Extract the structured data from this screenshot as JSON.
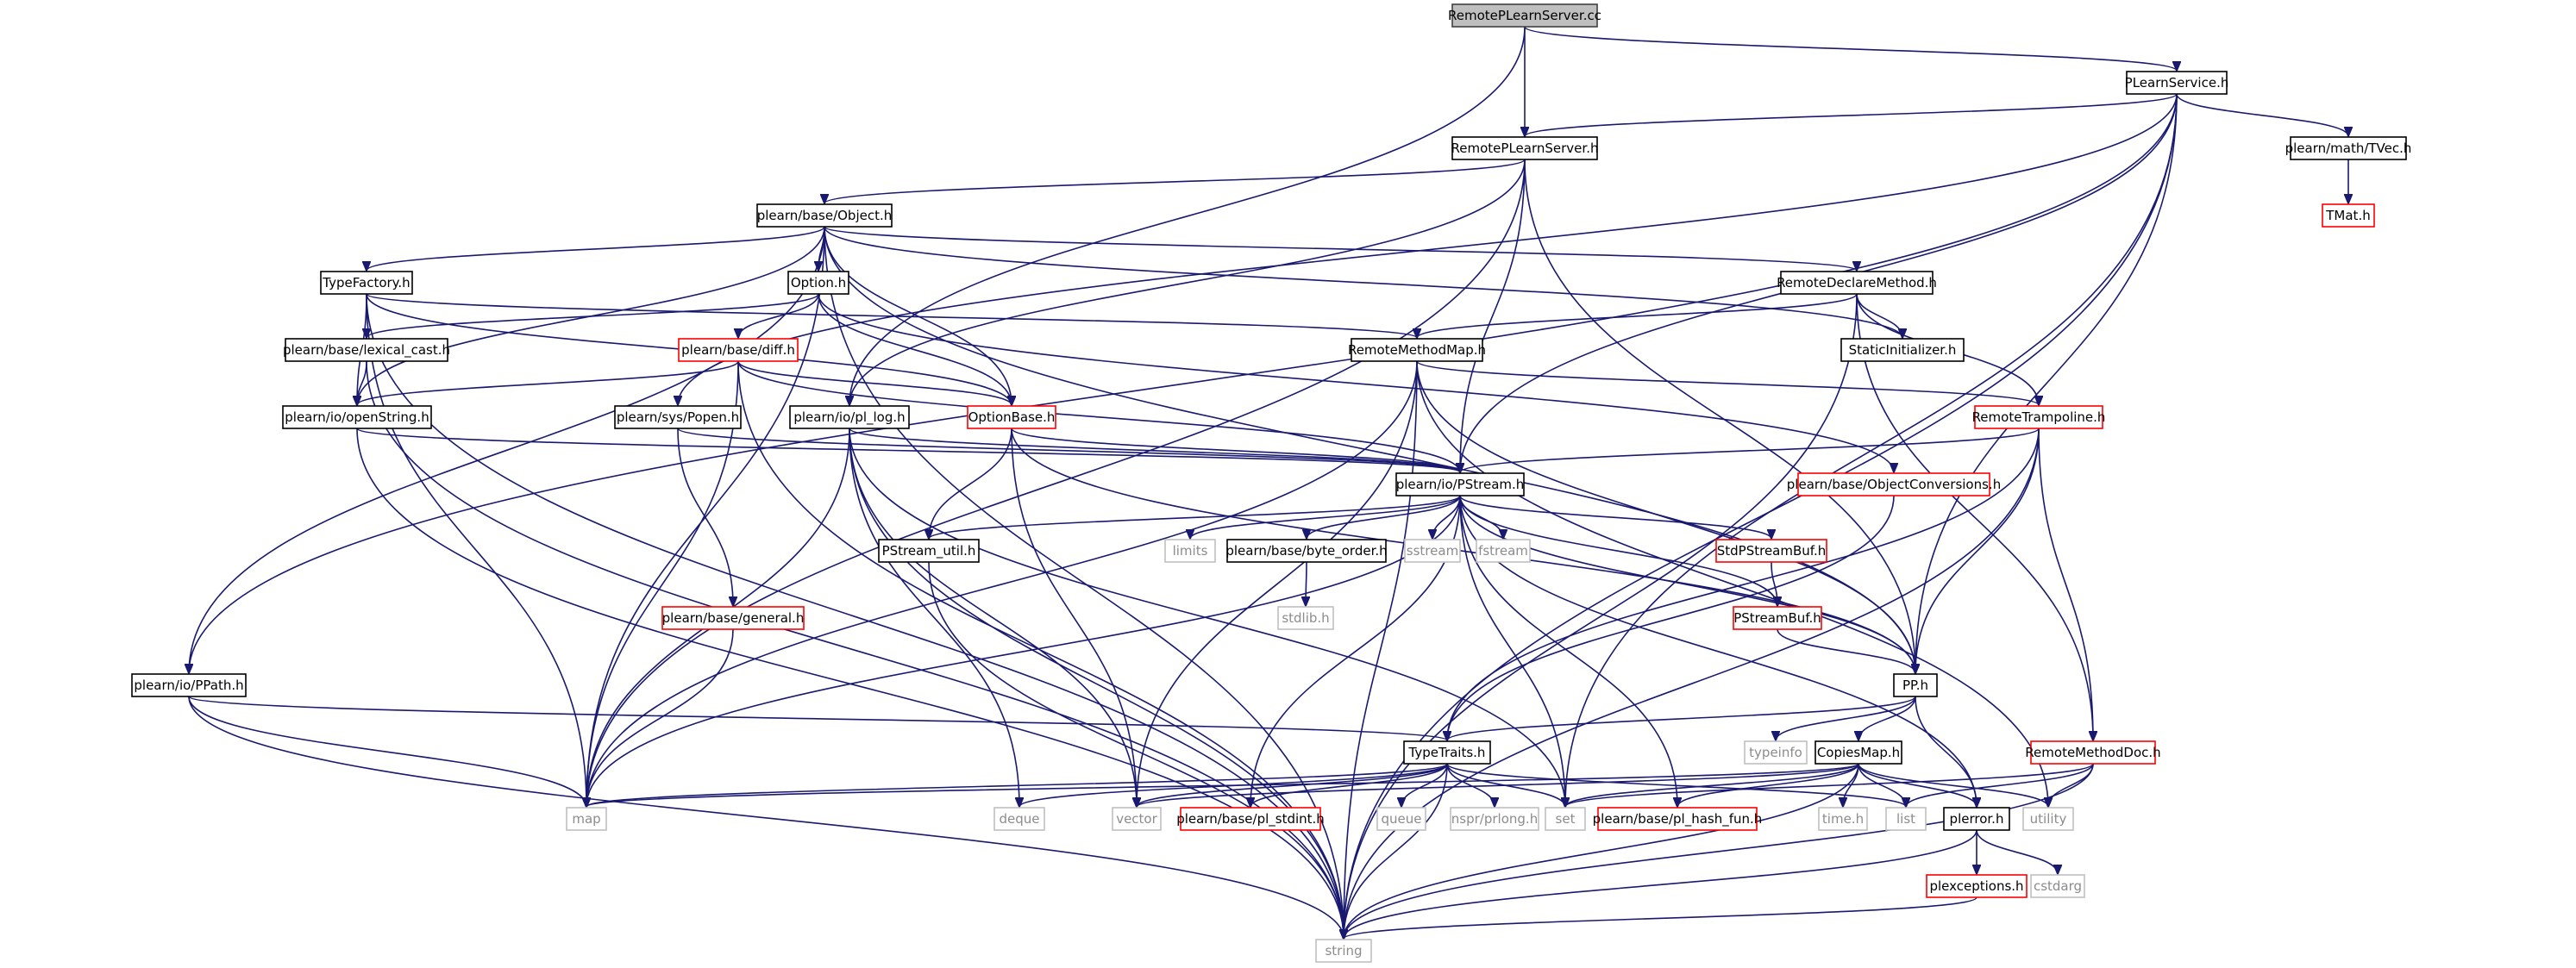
{
  "diagram": {
    "nodes": [
      {
        "id": "root",
        "label": "RemotePLearnServer.cc",
        "style": "root"
      },
      {
        "id": "plearnservice",
        "label": "PLearnService.h",
        "style": "black"
      },
      {
        "id": "rps",
        "label": "RemotePLearnServer.h",
        "style": "black"
      },
      {
        "id": "tvec",
        "label": "plearn/math/TVec.h",
        "style": "black"
      },
      {
        "id": "tmat",
        "label": "TMat.h",
        "style": "red"
      },
      {
        "id": "object",
        "label": "plearn/base/Object.h",
        "style": "black"
      },
      {
        "id": "typefactory",
        "label": "TypeFactory.h",
        "style": "black"
      },
      {
        "id": "option",
        "label": "Option.h",
        "style": "black"
      },
      {
        "id": "rdm",
        "label": "RemoteDeclareMethod.h",
        "style": "black"
      },
      {
        "id": "staticinit",
        "label": "StaticInitializer.h",
        "style": "black"
      },
      {
        "id": "lexical",
        "label": "plearn/base/lexical_cast.h",
        "style": "black"
      },
      {
        "id": "diff",
        "label": "plearn/base/diff.h",
        "style": "red"
      },
      {
        "id": "rmm",
        "label": "RemoteMethodMap.h",
        "style": "black"
      },
      {
        "id": "openstring",
        "label": "plearn/io/openString.h",
        "style": "black"
      },
      {
        "id": "popen",
        "label": "plearn/sys/Popen.h",
        "style": "black"
      },
      {
        "id": "pllog",
        "label": "plearn/io/pl_log.h",
        "style": "black"
      },
      {
        "id": "optionbase",
        "label": "OptionBase.h",
        "style": "red"
      },
      {
        "id": "rtramp",
        "label": "RemoteTrampoline.h",
        "style": "red"
      },
      {
        "id": "pstream",
        "label": "plearn/io/PStream.h",
        "style": "black"
      },
      {
        "id": "objconv",
        "label": "plearn/base/ObjectConversions.h",
        "style": "red"
      },
      {
        "id": "pstreamutil",
        "label": "PStream_util.h",
        "style": "black"
      },
      {
        "id": "limits",
        "label": "limits",
        "style": "gray"
      },
      {
        "id": "byteorder",
        "label": "plearn/base/byte_order.h",
        "style": "black"
      },
      {
        "id": "sstream",
        "label": "sstream",
        "style": "gray"
      },
      {
        "id": "fstream",
        "label": "fstream",
        "style": "gray"
      },
      {
        "id": "stdpsb",
        "label": "StdPStreamBuf.h",
        "style": "red"
      },
      {
        "id": "stdlib",
        "label": "stdlib.h",
        "style": "gray"
      },
      {
        "id": "general",
        "label": "plearn/base/general.h",
        "style": "red"
      },
      {
        "id": "psb",
        "label": "PStreamBuf.h",
        "style": "red"
      },
      {
        "id": "ppath",
        "label": "plearn/io/PPath.h",
        "style": "black"
      },
      {
        "id": "pp",
        "label": "PP.h",
        "style": "black"
      },
      {
        "id": "typeinfo",
        "label": "typeinfo",
        "style": "gray"
      },
      {
        "id": "typetraits",
        "label": "TypeTraits.h",
        "style": "black"
      },
      {
        "id": "copiesmap",
        "label": "CopiesMap.h",
        "style": "black"
      },
      {
        "id": "rmdoc",
        "label": "RemoteMethodDoc.h",
        "style": "red"
      },
      {
        "id": "map",
        "label": "map",
        "style": "gray"
      },
      {
        "id": "deque",
        "label": "deque",
        "style": "gray"
      },
      {
        "id": "vector",
        "label": "vector",
        "style": "gray"
      },
      {
        "id": "plstdint",
        "label": "plearn/base/pl_stdint.h",
        "style": "red"
      },
      {
        "id": "queue",
        "label": "queue",
        "style": "gray"
      },
      {
        "id": "nsprlong",
        "label": "nspr/prlong.h",
        "style": "gray"
      },
      {
        "id": "set",
        "label": "set",
        "style": "gray"
      },
      {
        "id": "hashfun",
        "label": "plearn/base/pl_hash_fun.h",
        "style": "red"
      },
      {
        "id": "timeh",
        "label": "time.h",
        "style": "gray"
      },
      {
        "id": "list",
        "label": "list",
        "style": "gray"
      },
      {
        "id": "plerror",
        "label": "plerror.h",
        "style": "black"
      },
      {
        "id": "utility",
        "label": "utility",
        "style": "gray"
      },
      {
        "id": "plexceptions",
        "label": "plexceptions.h",
        "style": "red"
      },
      {
        "id": "cstdarg",
        "label": "cstdarg",
        "style": "gray"
      },
      {
        "id": "string",
        "label": "string",
        "style": "gray"
      }
    ],
    "edges": [
      [
        "root",
        "plearnservice"
      ],
      [
        "root",
        "rps"
      ],
      [
        "root",
        "pllog"
      ],
      [
        "plearnservice",
        "rps"
      ],
      [
        "plearnservice",
        "tvec"
      ],
      [
        "plearnservice",
        "ppath"
      ],
      [
        "plearnservice",
        "pstream"
      ],
      [
        "plearnservice",
        "pp"
      ],
      [
        "plearnservice",
        "string"
      ],
      [
        "plearnservice",
        "popen"
      ],
      [
        "plearnservice",
        "set"
      ],
      [
        "tvec",
        "tmat"
      ],
      [
        "rps",
        "object"
      ],
      [
        "rps",
        "pllog"
      ],
      [
        "rps",
        "pstream"
      ],
      [
        "rps",
        "pp"
      ],
      [
        "rps",
        "map"
      ],
      [
        "object",
        "typefactory"
      ],
      [
        "object",
        "option"
      ],
      [
        "object",
        "rdm"
      ],
      [
        "object",
        "staticinit"
      ],
      [
        "object",
        "openstring"
      ],
      [
        "object",
        "ppath"
      ],
      [
        "object",
        "map"
      ],
      [
        "object",
        "string"
      ],
      [
        "object",
        "pp"
      ],
      [
        "object",
        "optionbase"
      ],
      [
        "typefactory",
        "rmm"
      ],
      [
        "typefactory",
        "string"
      ],
      [
        "typefactory",
        "map"
      ],
      [
        "typefactory",
        "openstring"
      ],
      [
        "typefactory",
        "optionbase"
      ],
      [
        "option",
        "diff"
      ],
      [
        "option",
        "lexical"
      ],
      [
        "option",
        "optionbase"
      ],
      [
        "option",
        "objconv"
      ],
      [
        "rdm",
        "rmm"
      ],
      [
        "rdm",
        "staticinit"
      ],
      [
        "rdm",
        "rtramp"
      ],
      [
        "rdm",
        "rmdoc"
      ],
      [
        "rdm",
        "string"
      ],
      [
        "lexical",
        "openstring"
      ],
      [
        "lexical",
        "string"
      ],
      [
        "diff",
        "openstring"
      ],
      [
        "diff",
        "optionbase"
      ],
      [
        "diff",
        "pstream"
      ],
      [
        "diff",
        "map"
      ],
      [
        "diff",
        "string"
      ],
      [
        "rmm",
        "rtramp"
      ],
      [
        "rmm",
        "map"
      ],
      [
        "rmm",
        "vector"
      ],
      [
        "rmm",
        "pp"
      ],
      [
        "rmm",
        "utility"
      ],
      [
        "rmm",
        "string"
      ],
      [
        "openstring",
        "pstream"
      ],
      [
        "openstring",
        "string"
      ],
      [
        "popen",
        "general"
      ],
      [
        "popen",
        "pstream"
      ],
      [
        "pllog",
        "pstream"
      ],
      [
        "pllog",
        "map"
      ],
      [
        "pllog",
        "string"
      ],
      [
        "pllog",
        "vector"
      ],
      [
        "pllog",
        "set"
      ],
      [
        "pllog",
        "deque"
      ],
      [
        "optionbase",
        "pstream"
      ],
      [
        "optionbase",
        "pstreamutil"
      ],
      [
        "optionbase",
        "vector"
      ],
      [
        "optionbase",
        "pp"
      ],
      [
        "rtramp",
        "pstream"
      ],
      [
        "rtramp",
        "pp"
      ],
      [
        "rtramp",
        "typetraits"
      ],
      [
        "rtramp",
        "rmdoc"
      ],
      [
        "rtramp",
        "string"
      ],
      [
        "pstream",
        "pstreamutil"
      ],
      [
        "pstream",
        "limits"
      ],
      [
        "pstream",
        "byteorder"
      ],
      [
        "pstream",
        "sstream"
      ],
      [
        "pstream",
        "fstream"
      ],
      [
        "pstream",
        "stdpsb"
      ],
      [
        "pstream",
        "psb"
      ],
      [
        "pstream",
        "map"
      ],
      [
        "pstream",
        "pp"
      ],
      [
        "pstream",
        "plerror"
      ],
      [
        "pstream",
        "set"
      ],
      [
        "pstream",
        "hashfun"
      ],
      [
        "pstream",
        "plstdint"
      ],
      [
        "objconv",
        "typetraits"
      ],
      [
        "pstreamutil",
        "string"
      ],
      [
        "byteorder",
        "stdlib"
      ],
      [
        "general",
        "map"
      ],
      [
        "stdpsb",
        "psb"
      ],
      [
        "psb",
        "pp"
      ],
      [
        "ppath",
        "typetraits"
      ],
      [
        "ppath",
        "map"
      ],
      [
        "ppath",
        "string"
      ],
      [
        "pp",
        "typeinfo"
      ],
      [
        "pp",
        "typetraits"
      ],
      [
        "pp",
        "copiesmap"
      ],
      [
        "pp",
        "plerror"
      ],
      [
        "typetraits",
        "map"
      ],
      [
        "typetraits",
        "vector"
      ],
      [
        "typetraits",
        "plstdint"
      ],
      [
        "typetraits",
        "queue"
      ],
      [
        "typetraits",
        "nsprlong"
      ],
      [
        "typetraits",
        "set"
      ],
      [
        "typetraits",
        "list"
      ],
      [
        "typetraits",
        "string"
      ],
      [
        "typetraits",
        "deque"
      ],
      [
        "copiesmap",
        "map"
      ],
      [
        "copiesmap",
        "vector"
      ],
      [
        "copiesmap",
        "set"
      ],
      [
        "copiesmap",
        "hashfun"
      ],
      [
        "copiesmap",
        "timeh"
      ],
      [
        "copiesmap",
        "list"
      ],
      [
        "copiesmap",
        "plerror"
      ],
      [
        "copiesmap",
        "utility"
      ],
      [
        "copiesmap",
        "string"
      ],
      [
        "rmdoc",
        "list"
      ],
      [
        "rmdoc",
        "utility"
      ],
      [
        "rmdoc",
        "string"
      ],
      [
        "rmdoc",
        "set"
      ],
      [
        "plerror",
        "plexceptions"
      ],
      [
        "plerror",
        "cstdarg"
      ],
      [
        "plerror",
        "string"
      ],
      [
        "plexceptions",
        "string"
      ]
    ]
  }
}
